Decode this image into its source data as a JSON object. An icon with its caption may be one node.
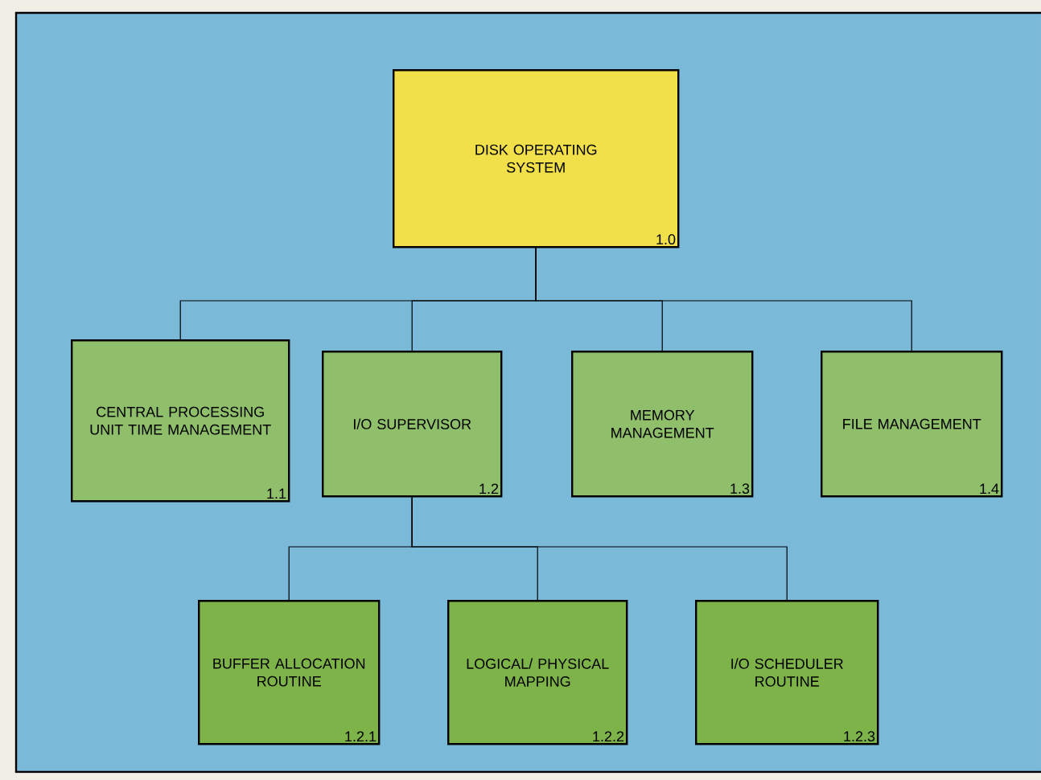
{
  "diagram": {
    "nodes": [
      {
        "text": [
          "DISK OPERATING SYSTEM",
          "1.0"
        ]
      },
      {
        "text": [
          "CENTRAL PROCESSING UNIT TIME MANAGEMENT",
          "1.1"
        ]
      },
      {
        "text": [
          "I/O SUPERVISOR",
          "1.2"
        ]
      },
      {
        "text": [
          "MEMORY MANAGEMENT",
          "1.3"
        ]
      },
      {
        "text": [
          "FILE MANAGEMENT",
          "1.4"
        ]
      },
      {
        "text": [
          "BUFFER ALLOCATION ROUTINE",
          "1.2.1"
        ]
      },
      {
        "text": [
          "LOGICAL/ PHYSICAL MAPPING",
          "1.2.2"
        ]
      },
      {
        "text": [
          "I/O SCHEDULER ROUTINE",
          "1.2.3"
        ]
      }
    ],
    "edges": [
      {
        "from": 0,
        "to": 1,
        "arrow": "none"
      },
      {
        "from": 0,
        "to": 2,
        "arrow": "none"
      },
      {
        "from": 0,
        "to": 3,
        "arrow": "none"
      },
      {
        "from": 0,
        "to": 4,
        "arrow": "none"
      },
      {
        "from": 2,
        "to": 5,
        "arrow": "none"
      },
      {
        "from": 2,
        "to": 6,
        "arrow": "none"
      },
      {
        "from": 2,
        "to": 7,
        "arrow": "none"
      }
    ]
  }
}
